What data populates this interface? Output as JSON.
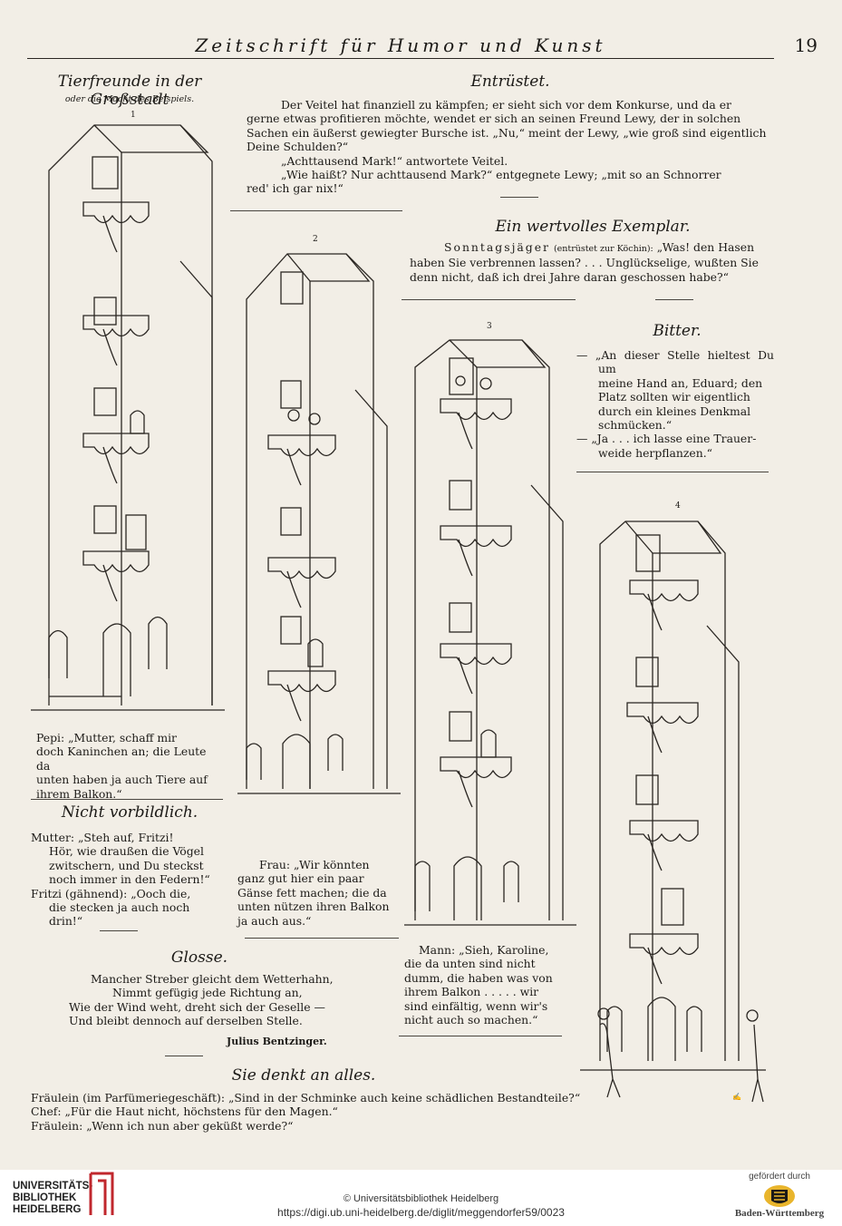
{
  "header": {
    "title": "Zeitschrift für Humor und Kunst",
    "page_number": "19"
  },
  "col1": {
    "heading": "Tierfreunde in der Großstadt",
    "subheading": "oder die Macht des Beispiels.",
    "fig1_num": "1",
    "caption": [
      "Pepi: „Mutter, schaff mir",
      "doch Kaninchen an; die Leute da",
      "unten haben ja auch Tiere auf",
      "ihrem Balkon.“"
    ]
  },
  "entruestet": {
    "heading": "Entrüstet.",
    "lines": [
      "Der Veitel hat finanziell zu kämpfen; er sieht sich vor dem Konkurse, und da er",
      "gerne etwas profitieren möchte, wendet er sich an seinen Freund Lewy, der in solchen",
      "Sachen ein äußerst gewiegter Bursche ist. „Nu,“ meint der Lewy, „wie groß sind eigentlich",
      "Deine Schulden?“",
      "„Achttausend Mark!“ antwortete Veitel.",
      "„Wie haißt? Nur achttausend Mark?“ entgegnete Lewy; „mit so an Schnorrer",
      "red' ich gar nix!“"
    ]
  },
  "fig2_num": "2",
  "exemplar": {
    "heading": "Ein wertvolles Exemplar.",
    "speaker": "Sonntagsjäger",
    "stage": "(entrüstet zur Köchin):",
    "line1": "„Was! den Hasen",
    "line2": "haben Sie verbrennen lassen? . . . Unglückselige, wußten Sie",
    "line3": "denn nicht, daß ich drei Jahre daran geschossen habe?“"
  },
  "fig3_num": "3",
  "bitter": {
    "heading": "Bitter.",
    "lines": [
      "— „An dieser Stelle hieltest Du um",
      "meine Hand an, Eduard; den",
      "Platz sollten wir eigentlich",
      "durch ein kleines Denkmal",
      "schmücken.“",
      "— „Ja . . . ich lasse eine Trauer-",
      "weide herpflanzen.“"
    ]
  },
  "fig4_num": "4",
  "vorbildlich": {
    "heading": "Nicht vorbildlich.",
    "lines": [
      "Mutter: „Steh auf, Fritzi!",
      "Hör, wie draußen die Vögel",
      "zwitschern, und Du steckst",
      "noch immer in den Federn!“",
      "Fritzi (gähnend): „Ooch die,",
      "die stecken ja auch noch drin!“"
    ]
  },
  "frau_caption": [
    "Frau: „Wir könnten",
    "ganz gut hier ein paar",
    "Gänse fett machen; die da",
    "unten nützen ihren Balkon",
    "ja auch aus.“"
  ],
  "mann_caption": [
    "Mann: „Sieh, Karoline,",
    "die da unten sind nicht",
    "dumm, die haben was von",
    "ihrem Balkon . . . . . wir",
    "sind einfältig, wenn wir's",
    "nicht auch so machen.“"
  ],
  "glosse": {
    "heading": "Glosse.",
    "lines": [
      "Mancher Streber gleicht dem Wetterhahn,",
      "Nimmt gefügig jede Richtung an,",
      "Wie der Wind weht, dreht sich der Geselle —",
      "Und bleibt dennoch auf derselben Stelle."
    ],
    "author": "Julius Bentzinger."
  },
  "denkt": {
    "heading": "Sie denkt an alles.",
    "lines": [
      "Fräulein (im Parfümeriegeschäft): „Sind in der Schminke auch keine schädlichen Bestandteile?“",
      "Chef: „Für die Haut nicht, höchstens für den Magen.“",
      "Fräulein: „Wenn ich nun aber geküßt werde?“"
    ]
  },
  "footer": {
    "logo_lines": [
      "UNIVERSITÄTS-",
      "BIBLIOTHEK",
      "HEIDELBERG"
    ],
    "copyright": "© Universitätsbibliothek Heidelberg",
    "url": "https://digi.ub.uni-heidelberg.de/diglit/meggendorfer59/0023",
    "funded_by": "gefördert durch",
    "funder": "Baden-Württemberg"
  },
  "colors": {
    "paper": "#f2eee6",
    "ink": "#1c1a17",
    "logo_red": "#c0272d",
    "seal_gold": "#e9b52c"
  }
}
